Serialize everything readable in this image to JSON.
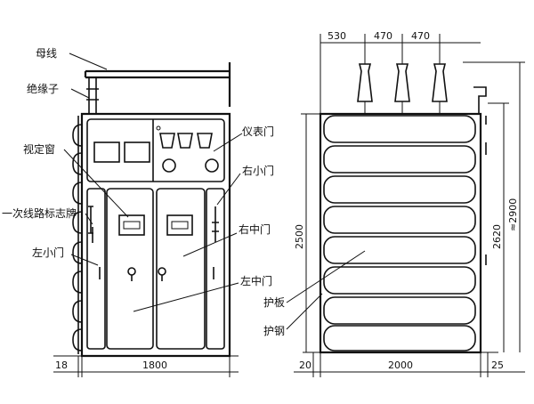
{
  "labels": {
    "busbar": "母线",
    "insulator": "绝缘子",
    "viewing_window": "视定窗",
    "instrument_door": "仪表门",
    "right_small_door": "右小门",
    "circuit_sign": "一次线路标志牌",
    "right_middle_door": "右中门",
    "left_small_door": "左小门",
    "left_middle_door": "左中门",
    "guard_plate": "护板",
    "guard_steel": "护钢"
  },
  "dimensions": {
    "top_a": "530",
    "top_b": "470",
    "top_c": "470",
    "front_offset": "18",
    "front_width": "1800",
    "side_offset_left": "20",
    "side_width": "2000",
    "side_offset_right": "25",
    "height_body": "2500",
    "height_frame": "2620",
    "height_total": "≈2900"
  }
}
